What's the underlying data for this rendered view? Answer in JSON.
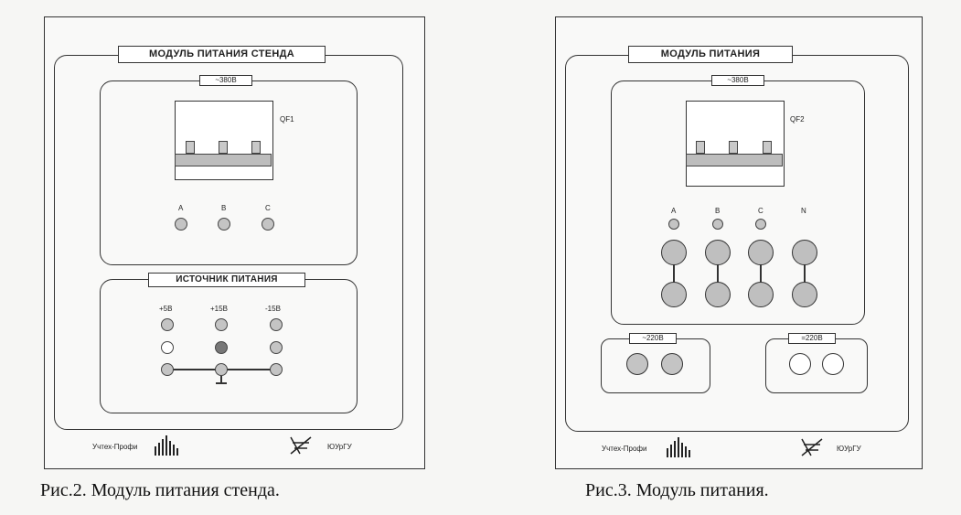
{
  "fig2": {
    "title": "МОДУЛЬ ПИТАНИЯ СТЕНДА",
    "voltage_label": "~380В",
    "breaker_label": "QF1",
    "phases": [
      "A",
      "B",
      "C"
    ],
    "source_title": "ИСТОЧНИК ПИТАНИЯ",
    "source_voltages": [
      "+5В",
      "+15В",
      "-15В"
    ],
    "brand_left": "Учтех-Профи",
    "brand_right": "ЮУрГУ",
    "caption": "Рис.2. Модуль питания стенда."
  },
  "fig3": {
    "title": "МОДУЛЬ ПИТАНИЯ",
    "voltage_label": "~380В",
    "breaker_label": "QF2",
    "phases": [
      "A",
      "B",
      "C",
      "N"
    ],
    "ac_label": "~220В",
    "dc_label": "=220В",
    "brand_left": "Учтех-Профи",
    "brand_right": "ЮУрГУ",
    "caption": "Рис.3. Модуль питания."
  },
  "colors": {
    "indicator_gray": "#c4c4c4",
    "indicator_dark": "#777777",
    "indicator_light": "#ffffff"
  }
}
